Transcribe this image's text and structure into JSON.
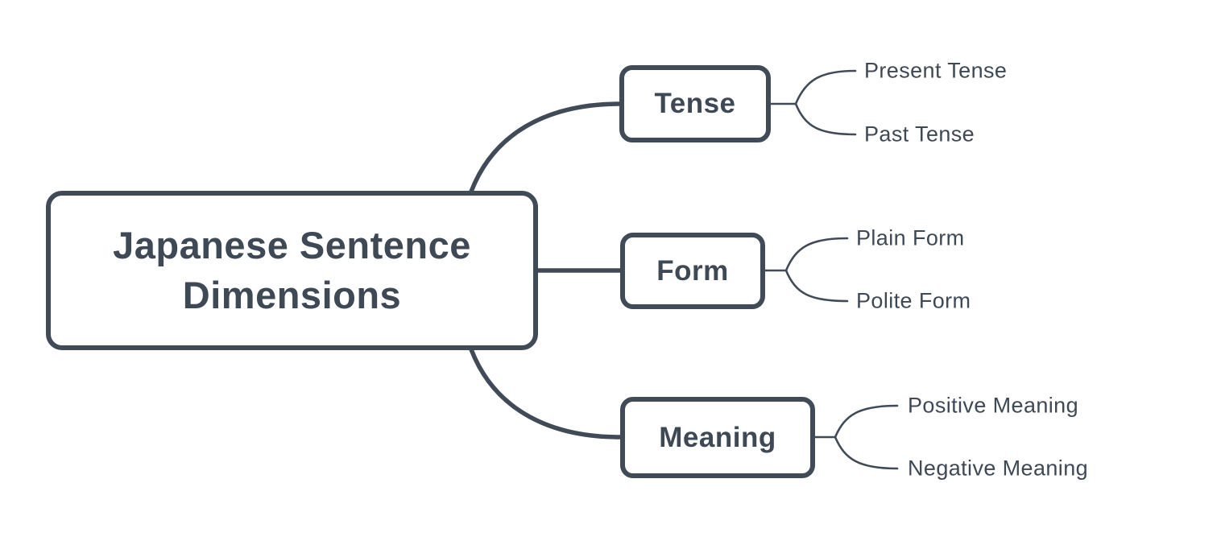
{
  "mindmap": {
    "root": {
      "label": "Japanese Sentence Dimensions"
    },
    "branches": [
      {
        "label": "Tense",
        "children": [
          {
            "label": "Present Tense"
          },
          {
            "label": "Past Tense"
          }
        ]
      },
      {
        "label": "Form",
        "children": [
          {
            "label": "Plain Form"
          },
          {
            "label": "Polite Form"
          }
        ]
      },
      {
        "label": "Meaning",
        "children": [
          {
            "label": "Positive Meaning"
          },
          {
            "label": "Negative Meaning"
          }
        ]
      }
    ]
  },
  "colors": {
    "stroke": "#414b58",
    "text": "#3f4956",
    "node_fill": "#ffffff",
    "background": "#ffffff"
  }
}
